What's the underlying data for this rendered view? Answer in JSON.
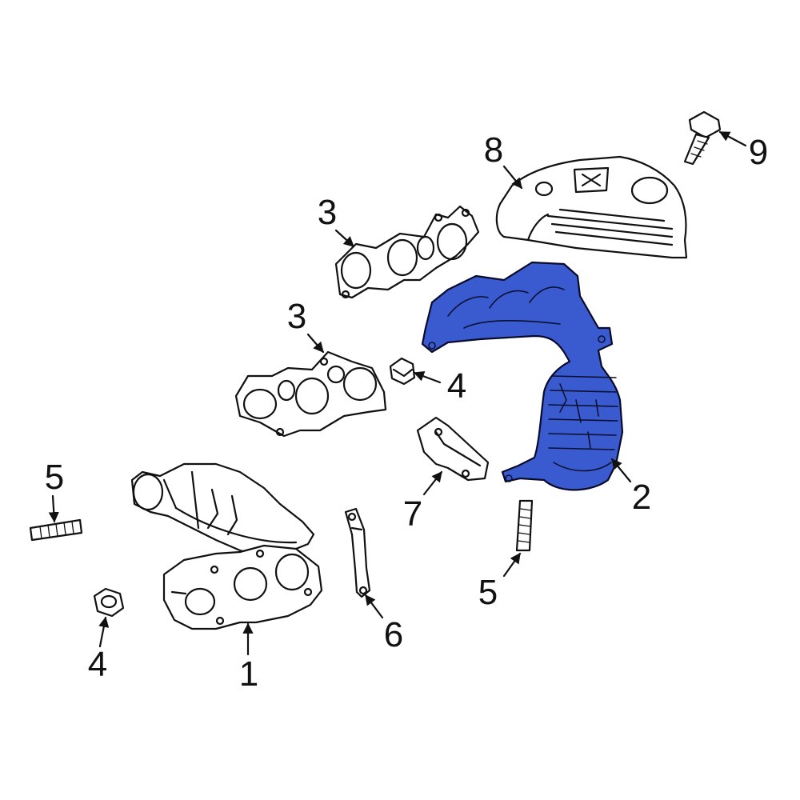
{
  "colors": {
    "highlight": "#3a5bcf",
    "line": "#111111",
    "background": "#ffffff"
  },
  "callouts": [
    {
      "id": "1",
      "text": "1"
    },
    {
      "id": "2",
      "text": "2"
    },
    {
      "id": "3a",
      "text": "3"
    },
    {
      "id": "3b",
      "text": "3"
    },
    {
      "id": "4a",
      "text": "4"
    },
    {
      "id": "4b",
      "text": "4"
    },
    {
      "id": "5a",
      "text": "5"
    },
    {
      "id": "5b",
      "text": "5"
    },
    {
      "id": "6",
      "text": "6"
    },
    {
      "id": "7",
      "text": "7"
    },
    {
      "id": "8",
      "text": "8"
    },
    {
      "id": "9",
      "text": "9"
    }
  ]
}
